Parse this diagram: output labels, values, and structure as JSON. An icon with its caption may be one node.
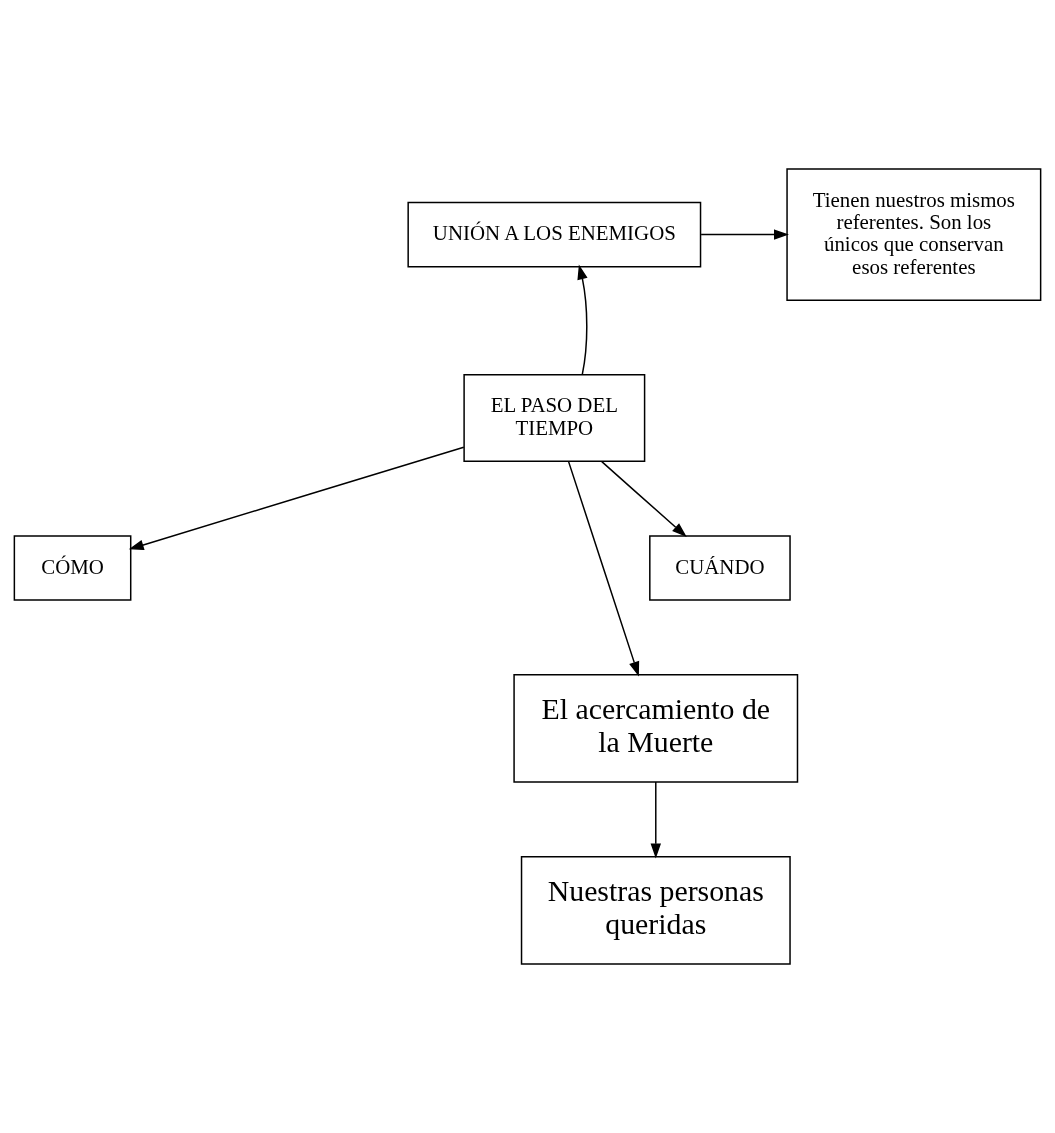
{
  "diagram": {
    "nodes": [
      {
        "text": [
          "UNIÓN A LOS ENEMIGOS"
        ]
      },
      {
        "text": [
          "Tienen nuestros mismos referentes. Son los únicos que conservan esos referentes"
        ]
      },
      {
        "text": [
          "EL PASO DEL TIEMPO"
        ]
      },
      {
        "text": [
          "CÓMO"
        ]
      },
      {
        "text": [
          "CUÁNDO"
        ]
      },
      {
        "text": [
          "El acercamiento de la Muerte"
        ]
      },
      {
        "text": [
          "Nuestras personas queridas"
        ]
      }
    ],
    "edges": [
      {
        "from": 0,
        "to": 1,
        "arrow": "to"
      },
      {
        "from": 2,
        "to": 0,
        "arrow": "to"
      },
      {
        "from": 2,
        "to": 3,
        "arrow": "to"
      },
      {
        "from": 2,
        "to": 4,
        "arrow": "to"
      },
      {
        "from": 2,
        "to": 5,
        "arrow": "to"
      },
      {
        "from": 5,
        "to": 6,
        "arrow": "to"
      }
    ]
  }
}
